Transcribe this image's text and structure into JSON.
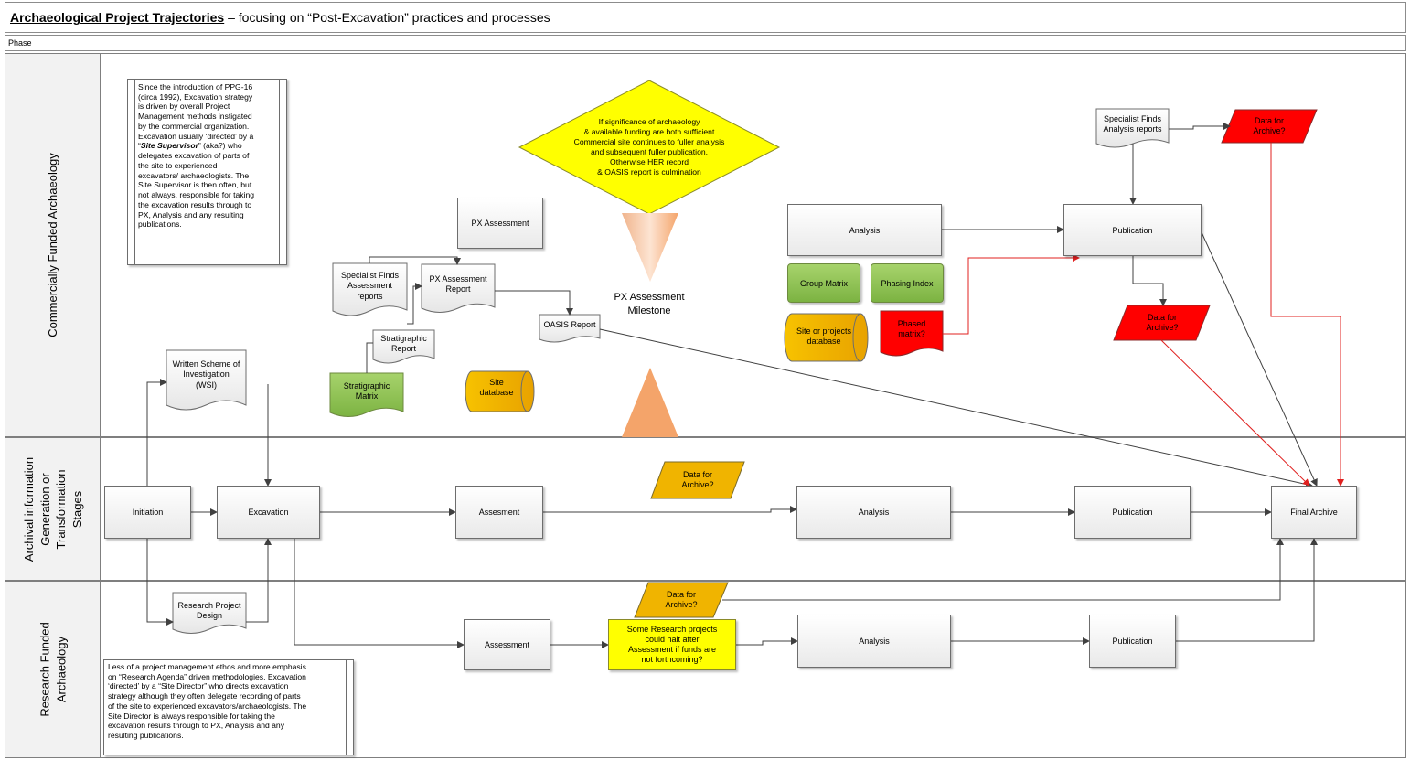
{
  "header": {
    "title_main": "Archaeological Project Trajectories",
    "title_rest": " – focusing on “Post-Excavation” practices and processes",
    "phase_label": "Phase"
  },
  "lanes": {
    "commercial": "Commercially Funded Archaeology",
    "archival": [
      "Archival information",
      "Generation or",
      "Transformation",
      "Stages"
    ],
    "research": [
      "Research Funded",
      "Archaeology"
    ]
  },
  "notes": {
    "commercial": [
      "Since the introduction of PPG-16",
      "(circa 1992), Excavation strategy",
      "is driven by overall Project",
      "Management methods instigated",
      "by the commercial organization.",
      "Excavation usually ‘directed’ by a"
    ],
    "commercial_quote_open": "“",
    "commercial_bold": "Site Supervisor",
    "commercial_after_bold": "” (aka?) who",
    "commercial_rest": [
      "delegates excavation of parts of",
      "the site to experienced",
      "excavators/ archaeologists. The",
      "Site Supervisor is then often, but",
      "not always, responsible for taking",
      "the excavation results through to",
      "PX, Analysis and any resulting",
      "publications."
    ],
    "research": [
      "Less of a project management ethos and more emphasis",
      "on “Research Agenda” driven methodologies. Excavation",
      "‘directed’ by a “Site Director” who directs excavation",
      "strategy although they often delegate recording of parts",
      "of the site to experienced excavators/archaeologists. The",
      "Site Director is always responsible for taking the",
      "excavation results through to PX, Analysis and any",
      "resulting publications."
    ]
  },
  "diamond": [
    "If significance of archaeology",
    "& available funding are both sufficient",
    "Commercial site continues to fuller analysis",
    "and subsequent fuller publication.",
    "Otherwise HER record",
    "& OASIS report is culmination"
  ],
  "milestone": [
    "PX Assessment",
    "Milestone"
  ],
  "commercial_items": {
    "px_assessment": "PX Assessment",
    "specialist_finds_assessment": [
      "Specialist Finds",
      "Assessment",
      "reports"
    ],
    "px_assessment_report": [
      "PX Assessment",
      "Report"
    ],
    "stratigraphic_report": [
      "Stratigraphic",
      "Report"
    ],
    "stratigraphic_matrix": [
      "Stratigraphic",
      "Matrix"
    ],
    "site_database": [
      "Site",
      "database"
    ],
    "oasis_report": "OASIS Report",
    "wsi": [
      "Written Scheme of",
      "Investigation",
      "(WSI)"
    ],
    "analysis": "Analysis",
    "publication": "Publication",
    "group_matrix": "Group Matrix",
    "phasing_index": "Phasing Index",
    "site_projects_database": [
      "Site or projects",
      "database"
    ],
    "phased_matrix": [
      "Phased",
      "matrix?"
    ],
    "specialist_finds_analysis": [
      "Specialist Finds",
      "Analysis reports"
    ],
    "data_for_archive_top": [
      "Data for",
      "Archive?"
    ],
    "data_for_archive_mid": [
      "Data for",
      "Archive?"
    ]
  },
  "archival_items": {
    "initiation": "Initiation",
    "excavation": "Excavation",
    "assessment": "Assesment",
    "data_for_archive": [
      "Data for",
      "Archive?"
    ],
    "analysis": "Analysis",
    "publication": "Publication",
    "final_archive": "Final Archive"
  },
  "research_items": {
    "research_design": [
      "Research Project",
      "Design"
    ],
    "assessment": "Assessment",
    "data_for_archive": [
      "Data for",
      "Archive?"
    ],
    "halt_note": [
      "Some Research projects",
      "could halt after",
      "Assessment if funds are",
      "not forthcoming?"
    ],
    "analysis": "Analysis",
    "publication": "Publication"
  },
  "colors": {
    "green": "#8bc34a",
    "amber": "#f5b800",
    "red": "#ff0000",
    "yellow": "#ffff00",
    "triangle": "#f4a46a",
    "connector": "#404040",
    "connector_red": "#e0201f"
  }
}
